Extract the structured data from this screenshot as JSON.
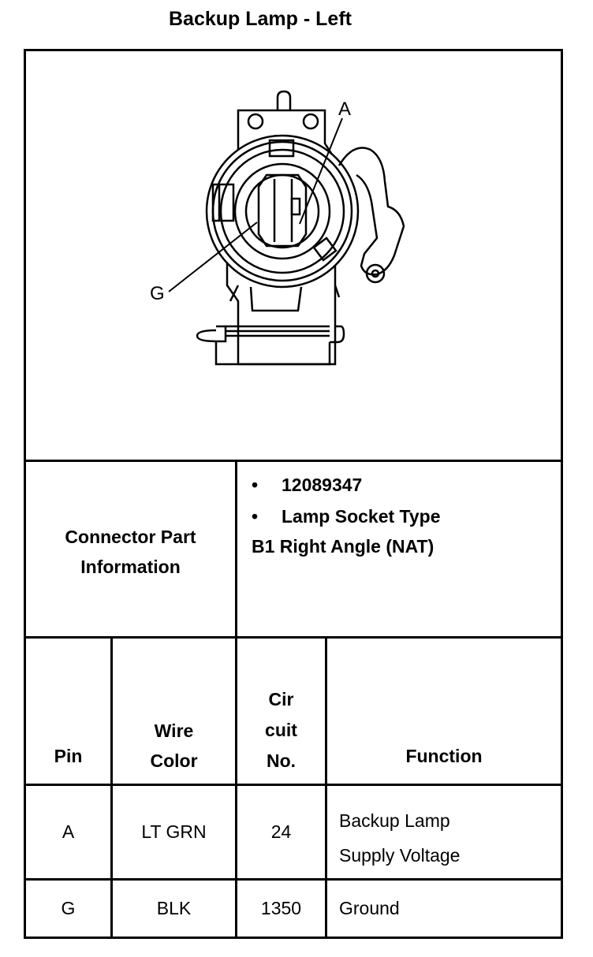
{
  "title": "Backup Lamp - Left",
  "diagram": {
    "labels": {
      "a": "A",
      "g": "G"
    },
    "icon": "lamp-socket-connector-drawing"
  },
  "connector_info": {
    "label_line1": "Connector Part",
    "label_line2": "Information",
    "bullets": [
      "12089347",
      "Lamp Socket Type"
    ],
    "continuation": "B1 Right Angle (NAT)"
  },
  "pin_table": {
    "headers": {
      "pin": "Pin",
      "wire_line1": "Wire",
      "wire_line2": "Color",
      "circuit_line1": "Cir",
      "circuit_line2": "cuit",
      "circuit_line3": "No.",
      "function": "Function"
    },
    "rows": [
      {
        "pin": "A",
        "wire": "LT GRN",
        "circuit": "24",
        "function_line1": "Backup Lamp",
        "function_line2": "Supply Voltage"
      },
      {
        "pin": "G",
        "wire": "BLK",
        "circuit": "1350",
        "function_line1": "Ground",
        "function_line2": ""
      }
    ]
  }
}
